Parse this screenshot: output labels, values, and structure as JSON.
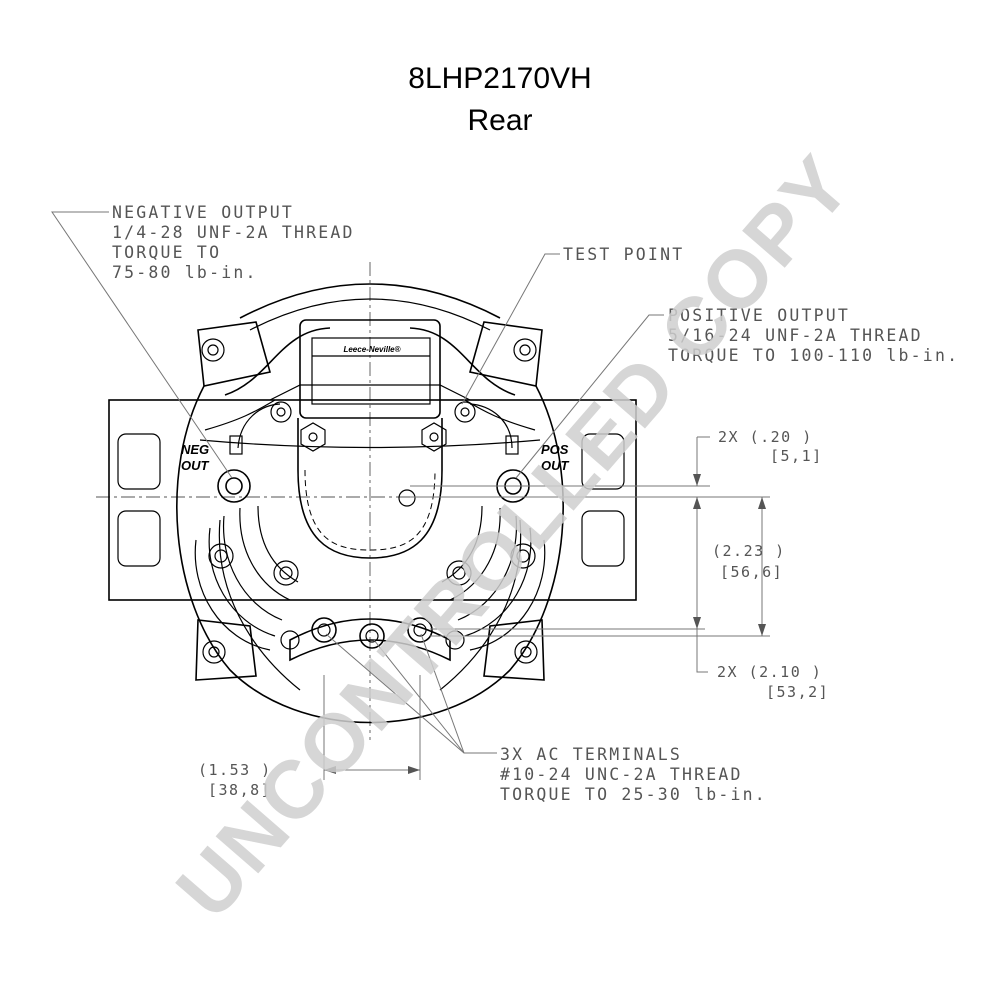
{
  "header": {
    "model": "8LHP2170VH",
    "view": "Rear"
  },
  "callouts": {
    "negative_output": [
      "NEGATIVE OUTPUT",
      "1/4-28 UNF-2A THREAD",
      "TORQUE TO",
      "75-80 lb-in."
    ],
    "test_point": "TEST POINT",
    "positive_output": [
      "POSITIVE OUTPUT",
      "5/16-24 UNF-2A THREAD",
      "TORQUE TO 100-110 lb-in."
    ],
    "ac_terminals": [
      "3X AC TERMINALS",
      "#10-24 UNC-2A THREAD",
      "TORQUE TO 25-30 lb-in."
    ]
  },
  "terminal_labels": {
    "neg_1": "NEG",
    "neg_2": "OUT",
    "pos_1": "POS",
    "pos_2": "OUT"
  },
  "dimensions": {
    "d1": [
      "2X (.20  )",
      "[5,1]"
    ],
    "d2": [
      "(2.23  )",
      "[56,6]"
    ],
    "d3": [
      "2X (2.10  )",
      "[53,2]"
    ],
    "d4": [
      "(1.53  )",
      "[38,8]"
    ]
  },
  "brand_plate": "Leece-Neville®",
  "watermark": "UNCONTROLLED COPY"
}
